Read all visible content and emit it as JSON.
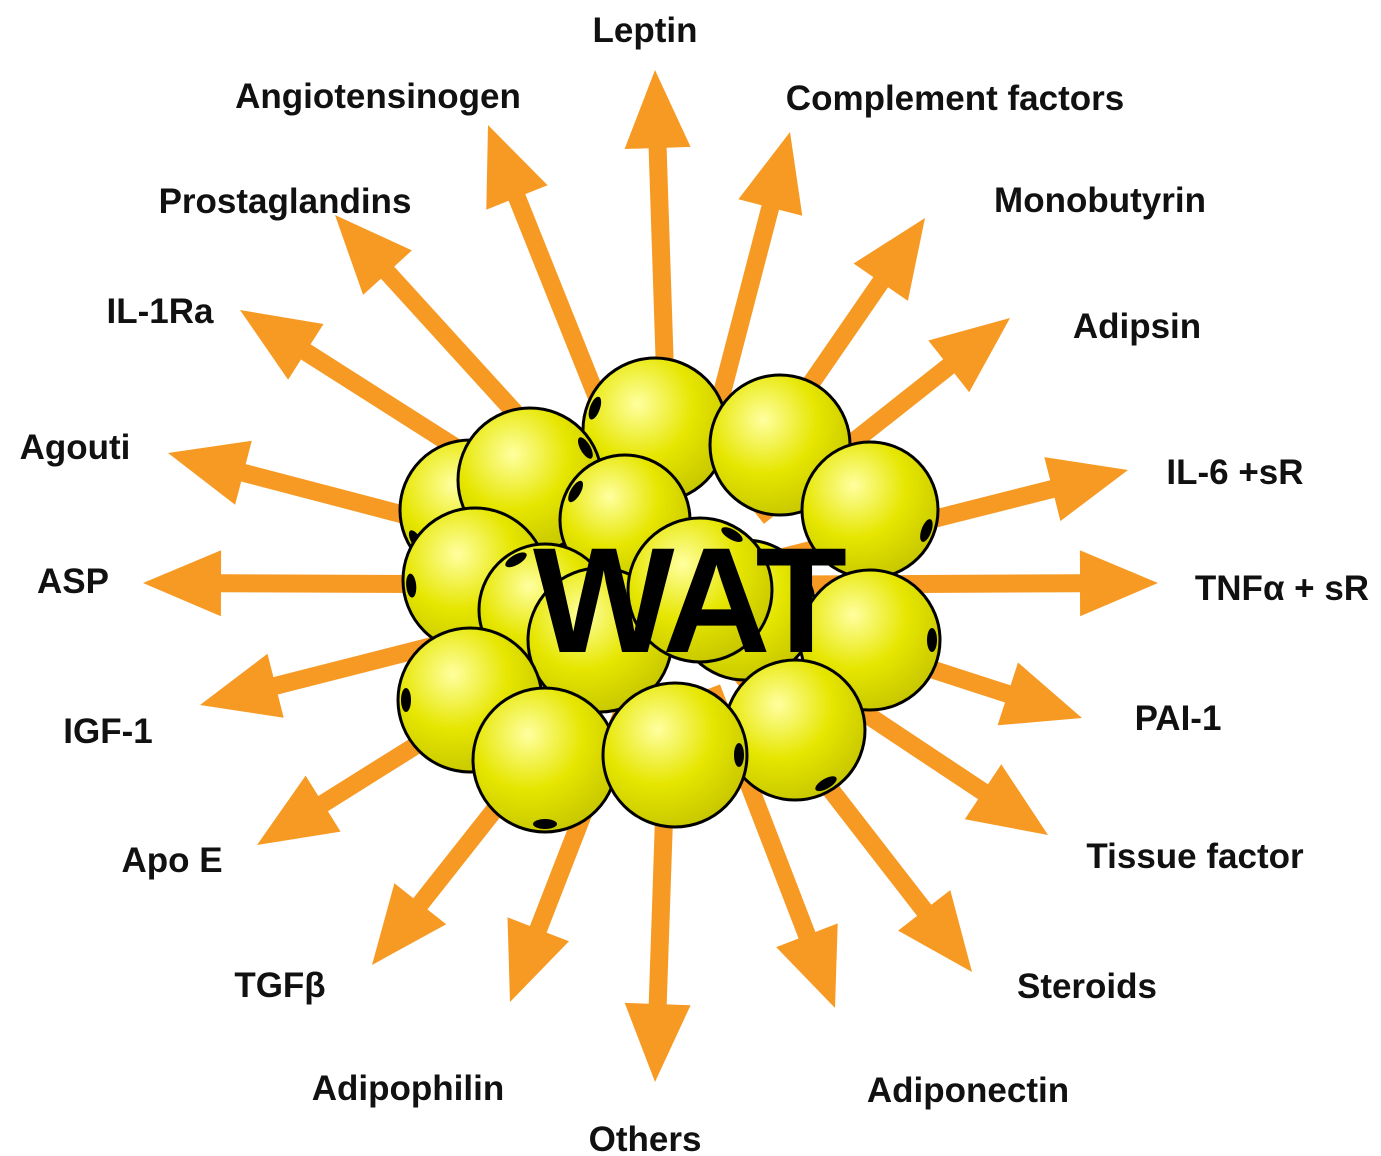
{
  "diagram": {
    "center_label": "WAT",
    "colors": {
      "arrow": "#F79A23",
      "cell_fill_light": "#FFFFA0",
      "cell_fill": "#E6E600",
      "cell_fill_dark": "#C8C800",
      "outline": "#000000",
      "text": "#111111"
    },
    "secreted_factors": [
      {
        "id": "leptin",
        "label": "Leptin"
      },
      {
        "id": "complement-factors",
        "label": "Complement factors"
      },
      {
        "id": "monobutyrin",
        "label": "Monobutyrin"
      },
      {
        "id": "adipsin",
        "label": "Adipsin"
      },
      {
        "id": "il6-sr",
        "label": "IL-6 +sR"
      },
      {
        "id": "tnfa-sr",
        "label": "TNFα + sR"
      },
      {
        "id": "pai1",
        "label": "PAI-1"
      },
      {
        "id": "tissue-factor",
        "label": "Tissue factor"
      },
      {
        "id": "steroids",
        "label": "Steroids"
      },
      {
        "id": "adiponectin",
        "label": "Adiponectin"
      },
      {
        "id": "others",
        "label": "Others"
      },
      {
        "id": "adipophilin",
        "label": "Adipophilin"
      },
      {
        "id": "tgfb",
        "label": "TGFβ"
      },
      {
        "id": "apo-e",
        "label": "Apo E"
      },
      {
        "id": "igf1",
        "label": "IGF-1"
      },
      {
        "id": "asp",
        "label": "ASP"
      },
      {
        "id": "agouti",
        "label": "Agouti"
      },
      {
        "id": "il1ra",
        "label": "IL-1Ra"
      },
      {
        "id": "prostaglandins",
        "label": "Prostaglandins"
      },
      {
        "id": "angiotensinogen",
        "label": "Angiotensinogen"
      }
    ]
  }
}
